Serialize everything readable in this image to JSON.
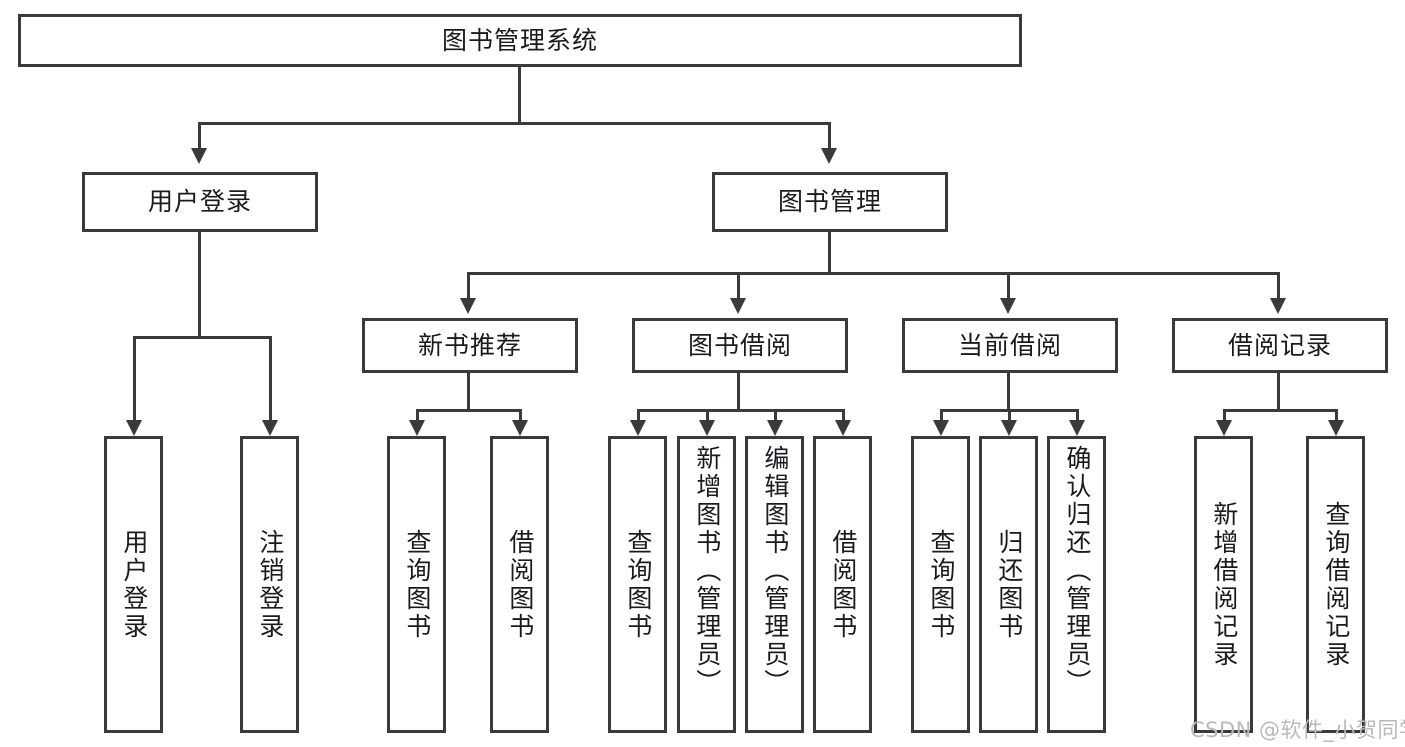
{
  "diagram": {
    "type": "tree-hierarchy-chart",
    "title": "图书管理系统",
    "colors": {
      "stroke": "#3a3a3c",
      "fill": "#ffffff",
      "text": "#1b1b1f",
      "watermark": "#b9b9bb",
      "background": "#ffffff"
    },
    "root": {
      "label": "图书管理系统"
    },
    "level1": [
      {
        "label": "用户登录"
      },
      {
        "label": "图书管理"
      }
    ],
    "level2": [
      {
        "label": "新书推荐"
      },
      {
        "label": "图书借阅"
      },
      {
        "label": "当前借阅"
      },
      {
        "label": "借阅记录"
      }
    ],
    "leaves": {
      "user_login": [
        {
          "label": "用户登录"
        },
        {
          "label": "注销登录"
        }
      ],
      "new_book_recommend": [
        {
          "label": "查询图书"
        },
        {
          "label": "借阅图书"
        }
      ],
      "book_borrow": [
        {
          "label": "查询图书"
        },
        {
          "label": "新增图书（管理员）"
        },
        {
          "label": "编辑图书（管理员）"
        },
        {
          "label": "借阅图书"
        }
      ],
      "current_borrow": [
        {
          "label": "查询图书"
        },
        {
          "label": "归还图书"
        },
        {
          "label": "确认归还（管理员）"
        }
      ],
      "borrow_records": [
        {
          "label": "新增借阅记录"
        },
        {
          "label": "查询借阅记录"
        }
      ]
    }
  },
  "watermark": {
    "text": "CSDN @软件_小贺同学"
  }
}
